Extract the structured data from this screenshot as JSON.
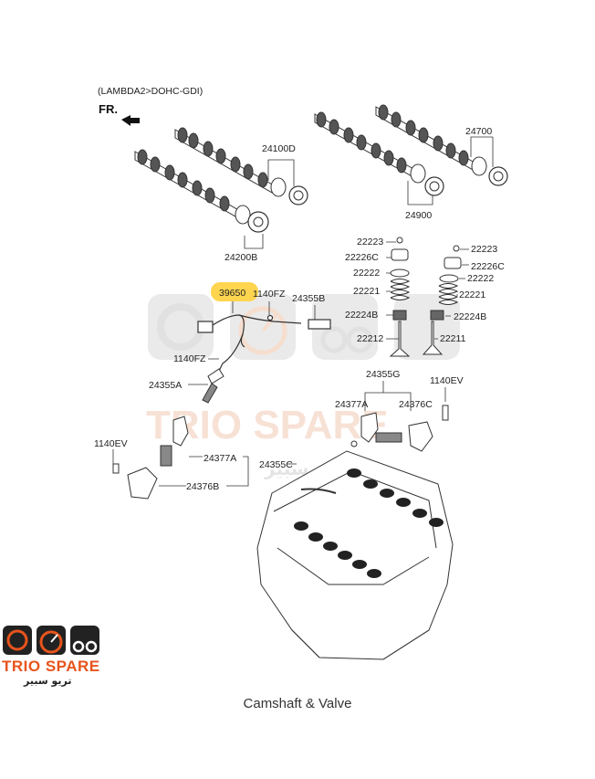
{
  "header": {
    "engine_code": "(LAMBDA2>DOHC-GDI)",
    "direction": "FR."
  },
  "caption": "Camshaft & Valve",
  "highlight_color": "#ffd54f",
  "brand": {
    "name": "TRIO SPARE",
    "arabic": "تريو سبير",
    "color": "#e8541c"
  },
  "watermark": {
    "name": "TRIO SPARE",
    "arabic": "تريو سبير"
  },
  "callouts": {
    "c24100D": "24100D",
    "c24200B": "24200B",
    "c24700": "24700",
    "c24900": "24900",
    "c22223a": "22223",
    "c22226Ca": "22226C",
    "c22222a": "22222",
    "c22221a": "22221",
    "c22224Ba": "22224B",
    "c22212": "22212",
    "c22223b": "22223",
    "c22226Cb": "22226C",
    "c22222b": "22222",
    "c22221b": "22221",
    "c22224Bb": "22224B",
    "c22211": "22211",
    "c39650": "39650",
    "c1140FZa": "1140FZ",
    "c24355B": "24355B",
    "c1140FZb": "1140FZ",
    "c24355A": "24355A",
    "c24355G": "24355G",
    "c1140EVa": "1140EV",
    "c24377Aa": "24377A",
    "c24376Ca": "24376C",
    "c1140EVb": "1140EV",
    "c24377Ab": "24377A",
    "c24355C": "24355C",
    "c24376Bb": "24376B"
  }
}
